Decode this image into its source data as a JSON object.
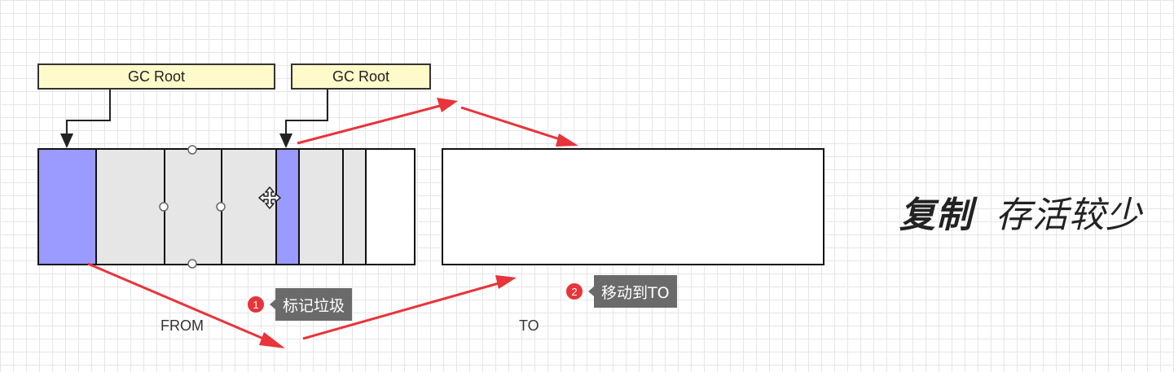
{
  "gc_roots": [
    {
      "label": "GC Root"
    },
    {
      "label": "GC Root"
    }
  ],
  "from_space": {
    "label": "FROM",
    "cells": [
      {
        "state": "live"
      },
      {
        "state": "dead"
      },
      {
        "state": "dead"
      },
      {
        "state": "dead"
      },
      {
        "state": "live"
      },
      {
        "state": "dead"
      },
      {
        "state": "dead"
      },
      {
        "state": "empty"
      }
    ]
  },
  "to_space": {
    "label": "TO"
  },
  "steps": [
    {
      "number": "1",
      "text": "标记垃圾"
    },
    {
      "number": "2",
      "text": "移动到TO"
    }
  ],
  "side_text": {
    "title": "复制",
    "subtitle": "存活较少"
  },
  "colors": {
    "live_object": "#9a9aff",
    "dead_object": "#e6e6e6",
    "root_fill": "#fefac9",
    "arrow": "#e8343a",
    "badge": "#e8343a"
  },
  "icons": [
    "move-cursor-icon"
  ]
}
